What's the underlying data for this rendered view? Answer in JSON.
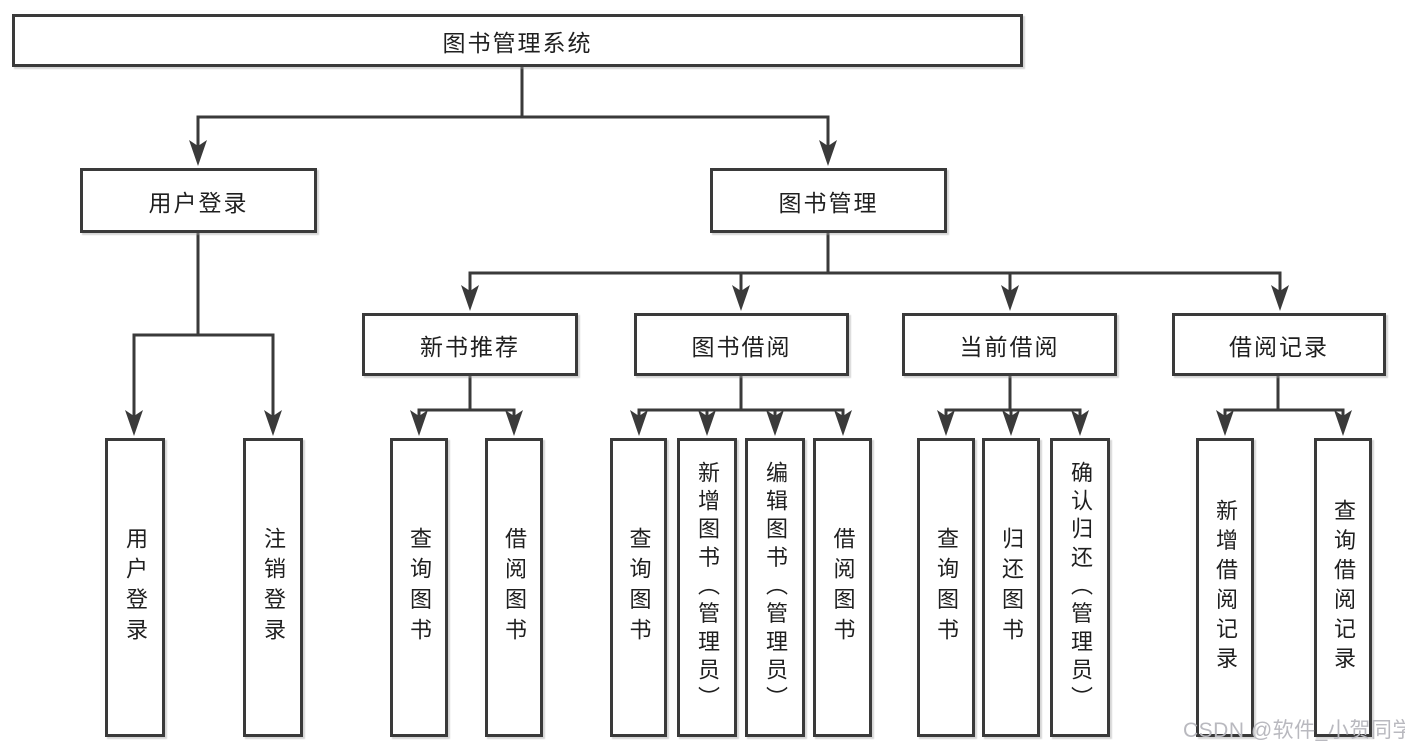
{
  "tree": {
    "root": {
      "label": "图书管理系统",
      "children": [
        {
          "label": "用户登录",
          "children": [
            {
              "label": "用户登录"
            },
            {
              "label": "注销登录"
            }
          ]
        },
        {
          "label": "图书管理",
          "children": [
            {
              "label": "新书推荐",
              "children": [
                {
                  "label": "查询图书"
                },
                {
                  "label": "借阅图书"
                }
              ]
            },
            {
              "label": "图书借阅",
              "children": [
                {
                  "label": "查询图书"
                },
                {
                  "label": "新增图书（管理员）"
                },
                {
                  "label": "编辑图书（管理员）"
                },
                {
                  "label": "借阅图书"
                }
              ]
            },
            {
              "label": "当前借阅",
              "children": [
                {
                  "label": "查询图书"
                },
                {
                  "label": "归还图书"
                },
                {
                  "label": "确认归还（管理员）"
                }
              ]
            },
            {
              "label": "借阅记录",
              "children": [
                {
                  "label": "新增借阅记录"
                },
                {
                  "label": "查询借阅记录"
                }
              ]
            }
          ]
        }
      ]
    }
  },
  "watermark": {
    "text": "CSDN @软件_小贺同学"
  },
  "colors": {
    "line": "#3a3a3a",
    "box_fill": "#ffffff",
    "text": "#1f1f1f",
    "watermark": "#b9b9bf",
    "background": "#ffffff"
  }
}
